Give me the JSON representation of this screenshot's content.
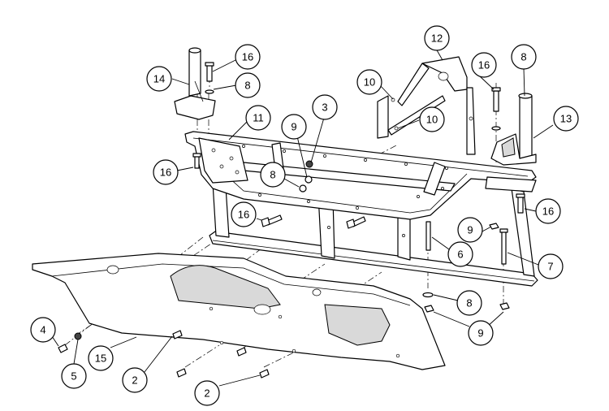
{
  "callouts": [
    {
      "id": "c1",
      "label": "16",
      "part": "bolt"
    },
    {
      "id": "c2",
      "label": "14",
      "part": "left-bumper-post"
    },
    {
      "id": "c3",
      "label": "8",
      "part": "washer"
    },
    {
      "id": "c4",
      "label": "11",
      "part": "frame"
    },
    {
      "id": "c5",
      "label": "12",
      "part": "bracket"
    },
    {
      "id": "c6",
      "label": "10",
      "part": "bracket-arm"
    },
    {
      "id": "c7",
      "label": "10",
      "part": "bracket-arm"
    },
    {
      "id": "c8",
      "label": "16",
      "part": "bolt"
    },
    {
      "id": "c9",
      "label": "8",
      "part": "washer"
    },
    {
      "id": "c10",
      "label": "3",
      "part": "nut"
    },
    {
      "id": "c11",
      "label": "9",
      "part": "nut"
    },
    {
      "id": "c12",
      "label": "13",
      "part": "right-bumper-post"
    },
    {
      "id": "c13",
      "label": "16",
      "part": "bolt"
    },
    {
      "id": "c14",
      "label": "8",
      "part": "washer"
    },
    {
      "id": "c15",
      "label": "16",
      "part": "bolt"
    },
    {
      "id": "c16",
      "label": "16",
      "part": "bolt"
    },
    {
      "id": "c17",
      "label": "9",
      "part": "nut"
    },
    {
      "id": "c18",
      "label": "6",
      "part": "bolt"
    },
    {
      "id": "c19",
      "label": "7",
      "part": "bolt"
    },
    {
      "id": "c20",
      "label": "8",
      "part": "washer"
    },
    {
      "id": "c21",
      "label": "9",
      "part": "nut"
    },
    {
      "id": "c22",
      "label": "4",
      "part": "screw"
    },
    {
      "id": "c23",
      "label": "5",
      "part": "grommet"
    },
    {
      "id": "c24",
      "label": "15",
      "part": "skid-plate"
    },
    {
      "id": "c25",
      "label": "2",
      "part": "screw"
    },
    {
      "id": "c26",
      "label": "2",
      "part": "screw"
    }
  ]
}
